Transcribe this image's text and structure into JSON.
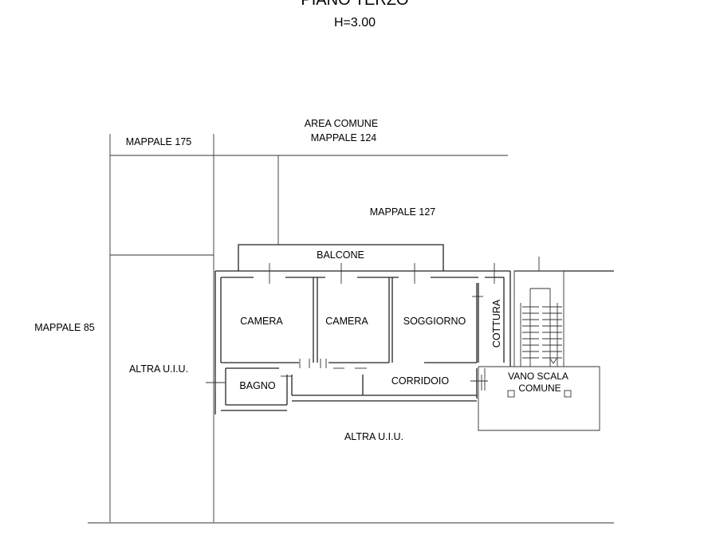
{
  "header": {
    "title": "PIANO TERZO",
    "height_label": "H=3.00"
  },
  "labels": {
    "area_comune": "AREA COMUNE",
    "mappale_124": "MAPPALE 124",
    "mappale_175": "MAPPALE 175",
    "mappale_127": "MAPPALE 127",
    "mappale_85": "MAPPALE 85",
    "balcone": "BALCONE",
    "camera_1": "CAMERA",
    "camera_2": "CAMERA",
    "soggiorno": "SOGGIORNO",
    "cottura": "COTTURA",
    "vano_scala_1": "VANO SCALA",
    "vano_scala_2": "COMUNE",
    "bagno": "BAGNO",
    "corridoio": "CORRIDOIO",
    "altra_uiu_left": "ALTRA U.I.U.",
    "altra_uiu_bottom": "ALTRA U.I.U."
  }
}
